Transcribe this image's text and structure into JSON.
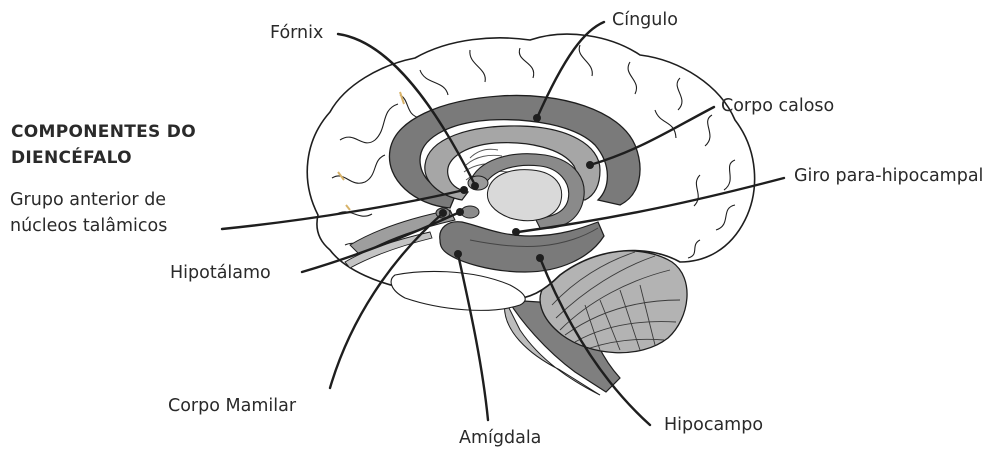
{
  "section_heading": {
    "line1": "COMPONENTES DO",
    "line2": "DIENCÉFALO"
  },
  "labels": {
    "fornix": "Fórnix",
    "cingulo": "Cíngulo",
    "corpo_caloso": "Corpo caloso",
    "giro_para_hipocampal": "Giro para-hipocampal",
    "grupo_anterior_line1": "Grupo anterior de",
    "grupo_anterior_line2": "núcleos talâmicos",
    "hipotalamo": "Hipotálamo",
    "corpo_mamilar": "Corpo Mamilar",
    "amigdala": "Amígdala",
    "hipocampo": "Hipocampo"
  },
  "colors": {
    "brain_outline": "#1e1e1e",
    "cortex_fill": "#ffffff",
    "limbic_dark": "#7a7a7a",
    "limbic_mid": "#a6a6a6",
    "limbic_light": "#d9d9d9",
    "cerebellum": "#b3b3b3",
    "brainstem": "#7f7f7f"
  }
}
